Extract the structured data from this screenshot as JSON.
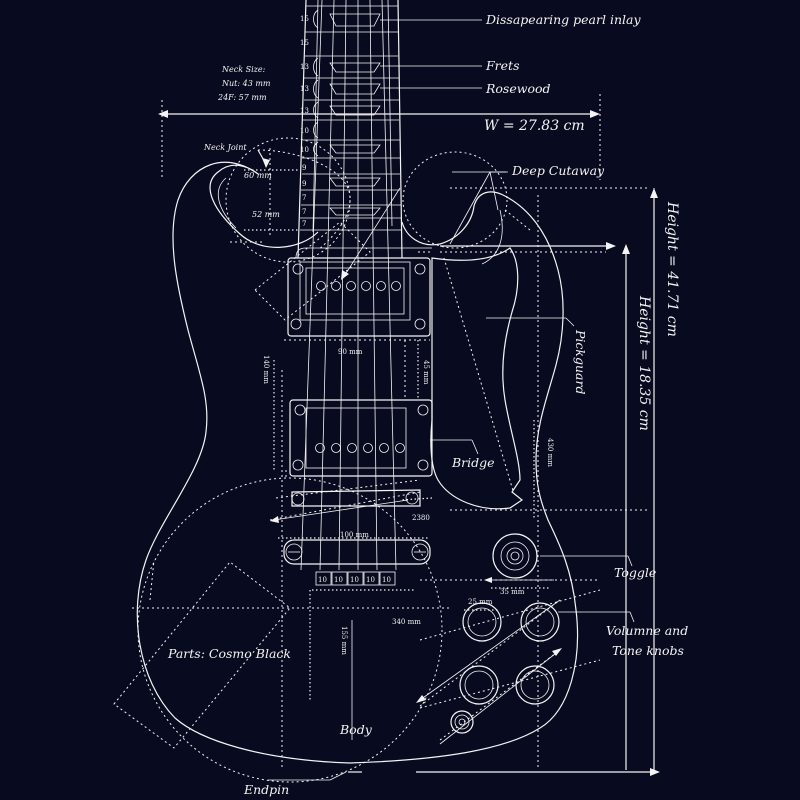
{
  "labels": {
    "inlay": "Dissapearing pearl inlay",
    "frets": "Frets",
    "rosewood": "Rosewood",
    "width": "W = 27.83 cm",
    "cutaway": "Deep Cutaway",
    "height_total": "Height = 41.71 cm",
    "height_body": "Height = 18.35 cm",
    "pickguard": "Pickguard",
    "bridge": "Bridge",
    "toggle": "Toggle",
    "knobs_line1": "Volumne and",
    "knobs_line2": "Tone knobs",
    "parts": "Parts: Cosmo Black",
    "body": "Body",
    "endpin": "Endpin"
  },
  "neck_size": {
    "title": "Neck Size:",
    "nut": "Nut: 43 mm",
    "fret24": "24F: 57 mm"
  },
  "neck_joint": {
    "title": "Neck Joint",
    "dim1": "60 mm",
    "dim2": "52 mm"
  },
  "fret_numbers": [
    "15",
    "15",
    "13",
    "13",
    "13",
    "10",
    "10",
    "9",
    "9",
    "7",
    "7",
    "7"
  ],
  "dimensions": {
    "d140": "140 mm",
    "d90": "90 mm",
    "d45": "45 mm",
    "d430": "430 mm",
    "d2380": "2380",
    "d100": "100 mm",
    "d35": "35 mm",
    "d25": "25 mm",
    "d340": "340 mm",
    "d155": "155 mm"
  },
  "saddle_gaps": [
    "10",
    "10",
    "10",
    "10",
    "10"
  ],
  "colors": {
    "background": "#080a1f",
    "line": "#f4f4f4"
  }
}
